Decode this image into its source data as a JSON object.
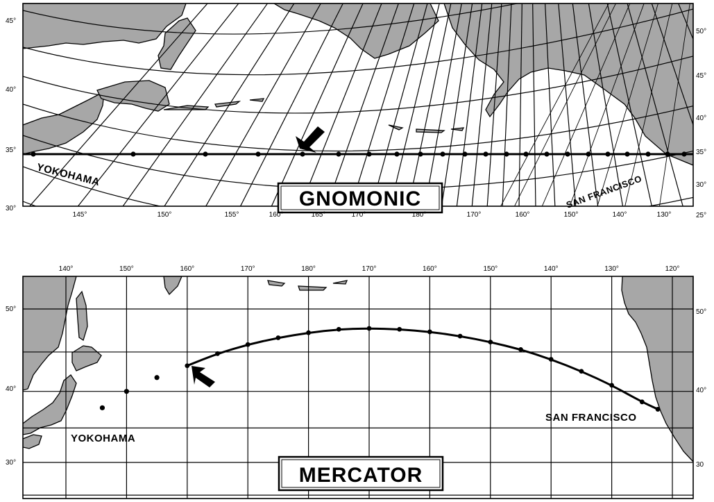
{
  "gnomonic": {
    "title": "GNOMONIC",
    "origin": "YOKOHAMA",
    "destination": "SAN FRANCISCO",
    "left_lat_labels": [
      "45°",
      "40°",
      "35°",
      "30°"
    ],
    "right_lat_labels": [
      "50°",
      "45°",
      "40°",
      "35°",
      "30°",
      "25°"
    ],
    "lon_labels": [
      "145°",
      "150°",
      "155°",
      "160°",
      "165°",
      "170°",
      "180°",
      "170°",
      "160°",
      "150°",
      "140°",
      "130°"
    ]
  },
  "mercator": {
    "title": "MERCATOR",
    "origin": "YOKOHAMA",
    "destination": "SAN FRANCISCO",
    "left_lat_labels": [
      "50°",
      "40°",
      "30°"
    ],
    "right_lat_labels": [
      "50°",
      "40°",
      "30"
    ],
    "lon_labels": [
      "140°",
      "150°",
      "160°",
      "170°",
      "180°",
      "170°",
      "160°",
      "150°",
      "140°",
      "130°",
      "120°"
    ],
    "route_points": [
      [
        160,
        43.3
      ],
      [
        165,
        44.8
      ],
      [
        170,
        45.9
      ],
      [
        175,
        46.7
      ],
      [
        180,
        47.3
      ],
      [
        185,
        47.7
      ],
      [
        190,
        47.8
      ],
      [
        195,
        47.7
      ],
      [
        200,
        47.4
      ],
      [
        205,
        46.9
      ],
      [
        210,
        46.2
      ],
      [
        215,
        45.3
      ],
      [
        220,
        44.1
      ],
      [
        225,
        42.6
      ],
      [
        230,
        40.8
      ],
      [
        235,
        38.6
      ],
      [
        237.6,
        37.6
      ]
    ],
    "stray_points": [
      [
        155,
        41.8
      ],
      [
        150,
        40.0
      ],
      [
        146,
        37.8
      ]
    ]
  },
  "colors": {
    "land": "#a7a7a7",
    "ink": "#000000",
    "water": "#ffffff"
  },
  "icons": {
    "arrow": "arrow-icon"
  }
}
